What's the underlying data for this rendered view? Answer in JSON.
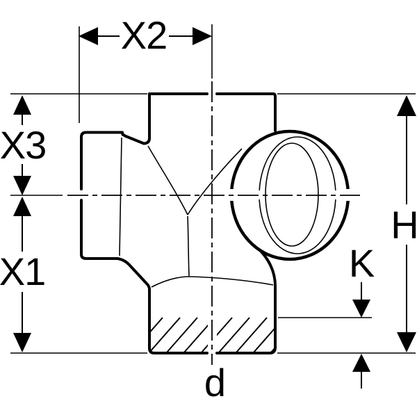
{
  "diagram": {
    "colors": {
      "line": "#000000",
      "background": "#ffffff"
    },
    "labels": {
      "x2": "X2",
      "x3": "X3",
      "x1": "X1",
      "h": "H",
      "k": "K",
      "d": "d"
    }
  }
}
